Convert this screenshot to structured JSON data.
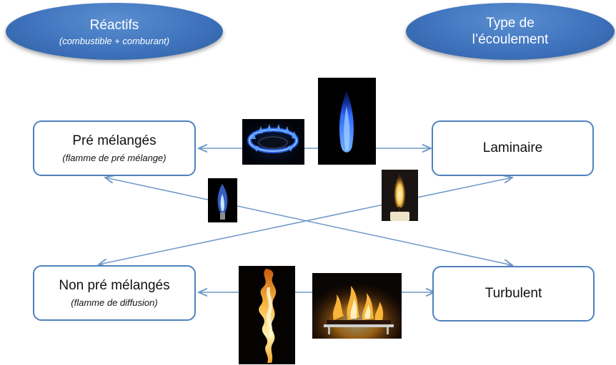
{
  "header": {
    "reactants": {
      "title": "Réactifs",
      "subtitle": "(combustible + comburant)"
    },
    "flow_type": {
      "line1": "Type de",
      "line2": "l’écoulement"
    }
  },
  "boxes": {
    "premixed": {
      "label": "Pré mélangés",
      "sublabel": "(flamme de pré mélange)"
    },
    "laminar": {
      "label": "Laminaire"
    },
    "non_premixed": {
      "label": "Non pré mélangés",
      "sublabel": "(flamme de diffusion)"
    },
    "turbulent": {
      "label": "Turbulent"
    }
  },
  "photos": [
    "gas-burner-blue-flame-photo",
    "tall-blue-flame-photo",
    "small-blue-jet-flame-photo",
    "candle-flame-photo",
    "turbulent-fire-column-photo",
    "fireplace-fire-photo"
  ],
  "colors": {
    "ellipse_fill": "#3f73bd",
    "box_border": "#4f81bd",
    "arrow": "#6f97c8"
  }
}
